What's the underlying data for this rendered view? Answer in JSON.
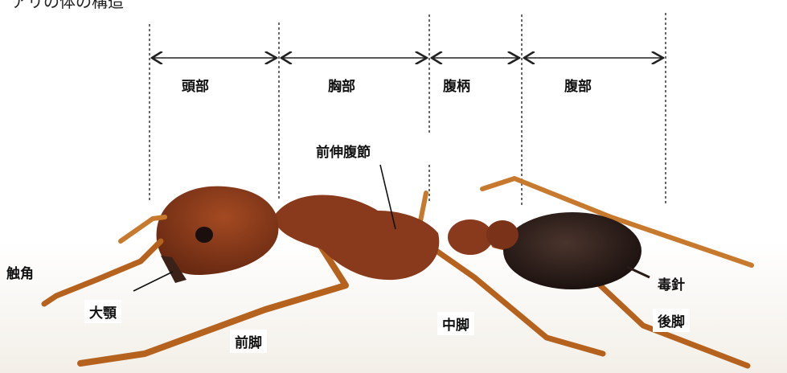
{
  "title_fragment": "アリの体の構造",
  "segments": {
    "head": "頭部",
    "thorax": "胸部",
    "petiole": "腹柄",
    "gaster": "腹部"
  },
  "parts": {
    "propodeum": "前伸腹節",
    "antenna": "触角",
    "mandible": "大顎",
    "foreleg": "前脚",
    "midleg": "中脚",
    "hindleg": "後脚",
    "sting": "毒針"
  },
  "colors": {
    "body": "#8a3a1c",
    "gaster": "#2a1b16",
    "leg": "#b5621e",
    "guide": "#444444",
    "arrow": "#222222"
  }
}
